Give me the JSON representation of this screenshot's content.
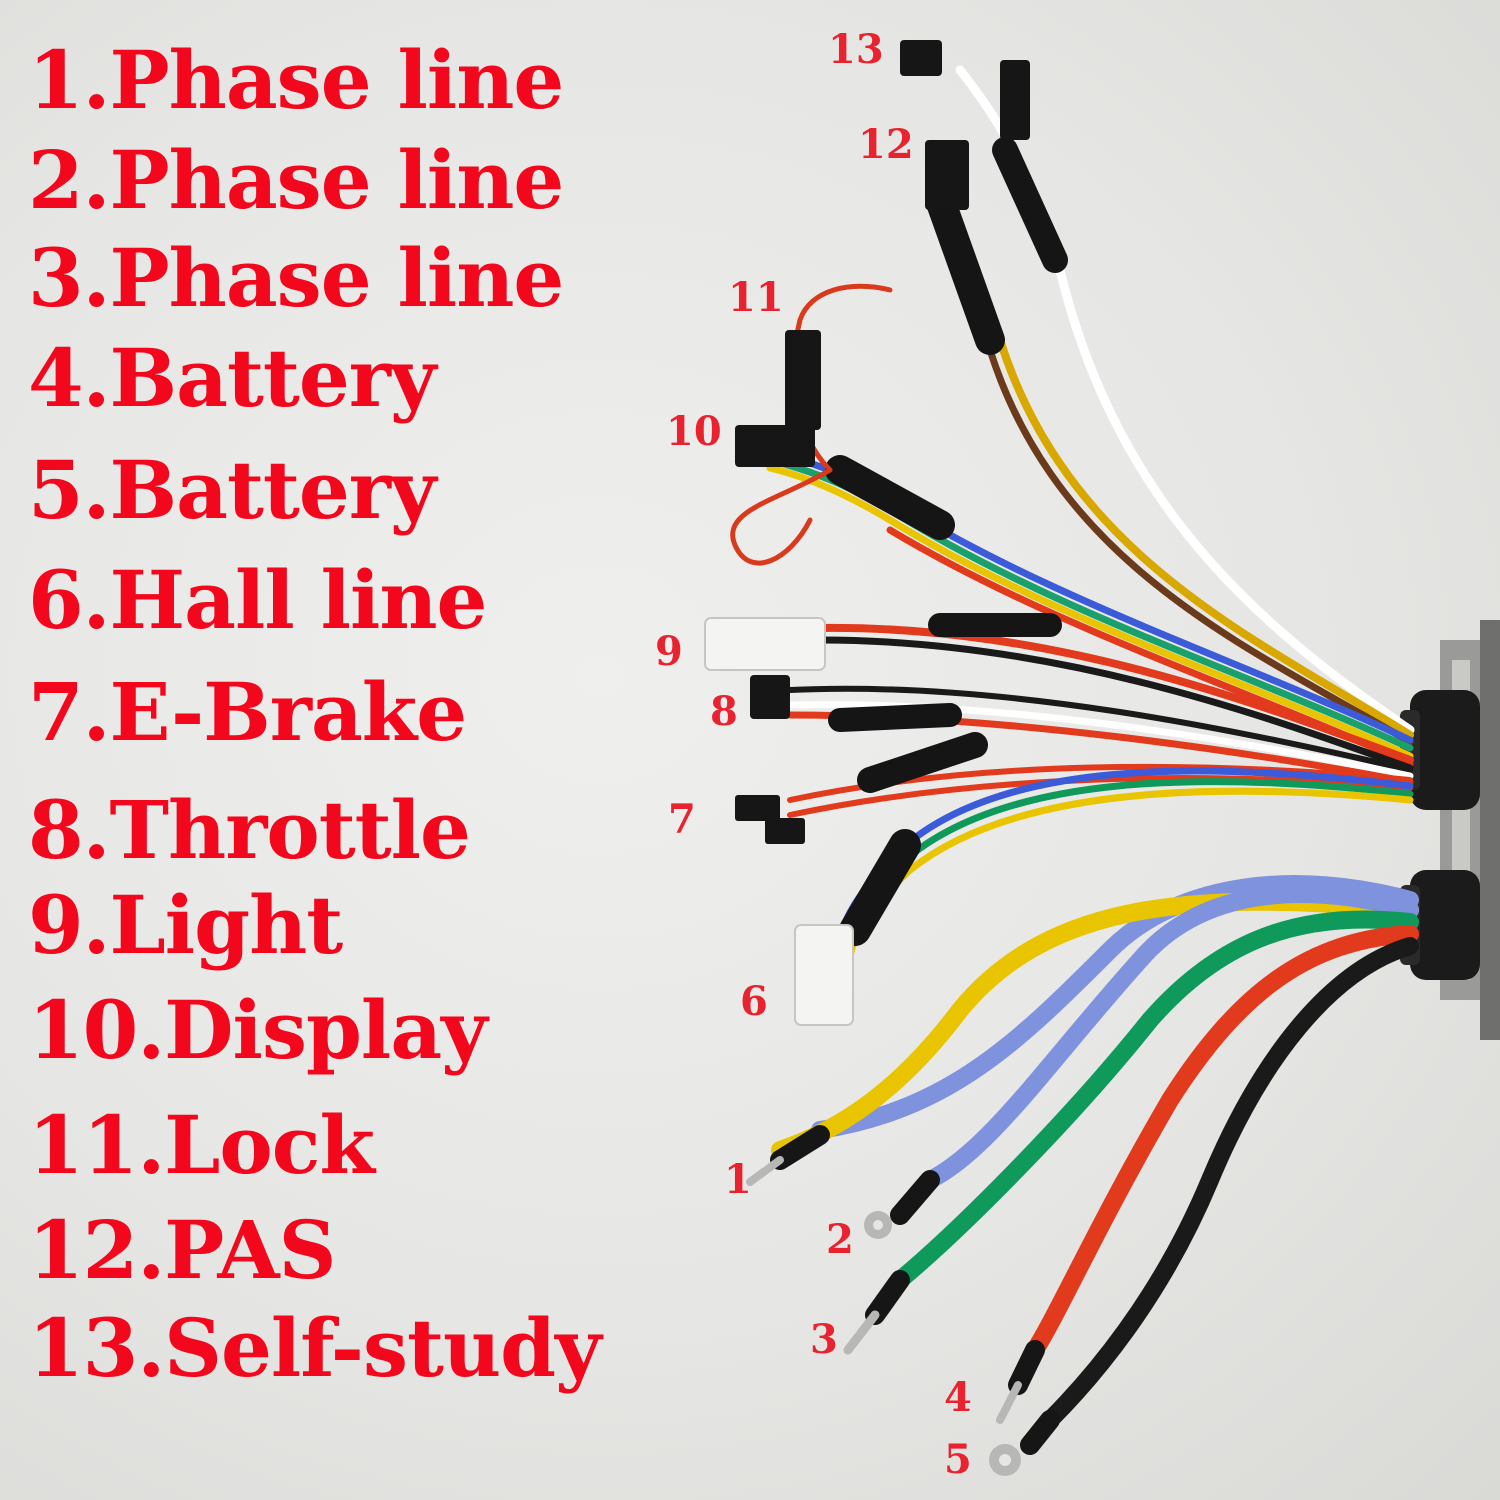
{
  "legend": [
    "1.Phase line",
    "2.Phase line",
    "3.Phase line",
    "4.Battery",
    "5.Battery",
    "6.Hall line",
    "7.E-Brake",
    "8.Throttle",
    "9.Light",
    "10.Display",
    "11.Lock",
    "12.PAS",
    "13.Self-study"
  ],
  "number_labels": [
    "13",
    "12",
    "11",
    "10",
    "9",
    "8",
    "7",
    "6",
    "1",
    "2",
    "3",
    "4",
    "5"
  ],
  "colors": {
    "label_red": "#f2071c",
    "background": "#e6e6e4",
    "wire_yellow": "#e9c400",
    "wire_blue": "#7f92dd",
    "wire_green": "#0f9a5c",
    "wire_red": "#e23a1c",
    "wire_black": "#1a1a1a",
    "wire_white": "#ffffff"
  }
}
